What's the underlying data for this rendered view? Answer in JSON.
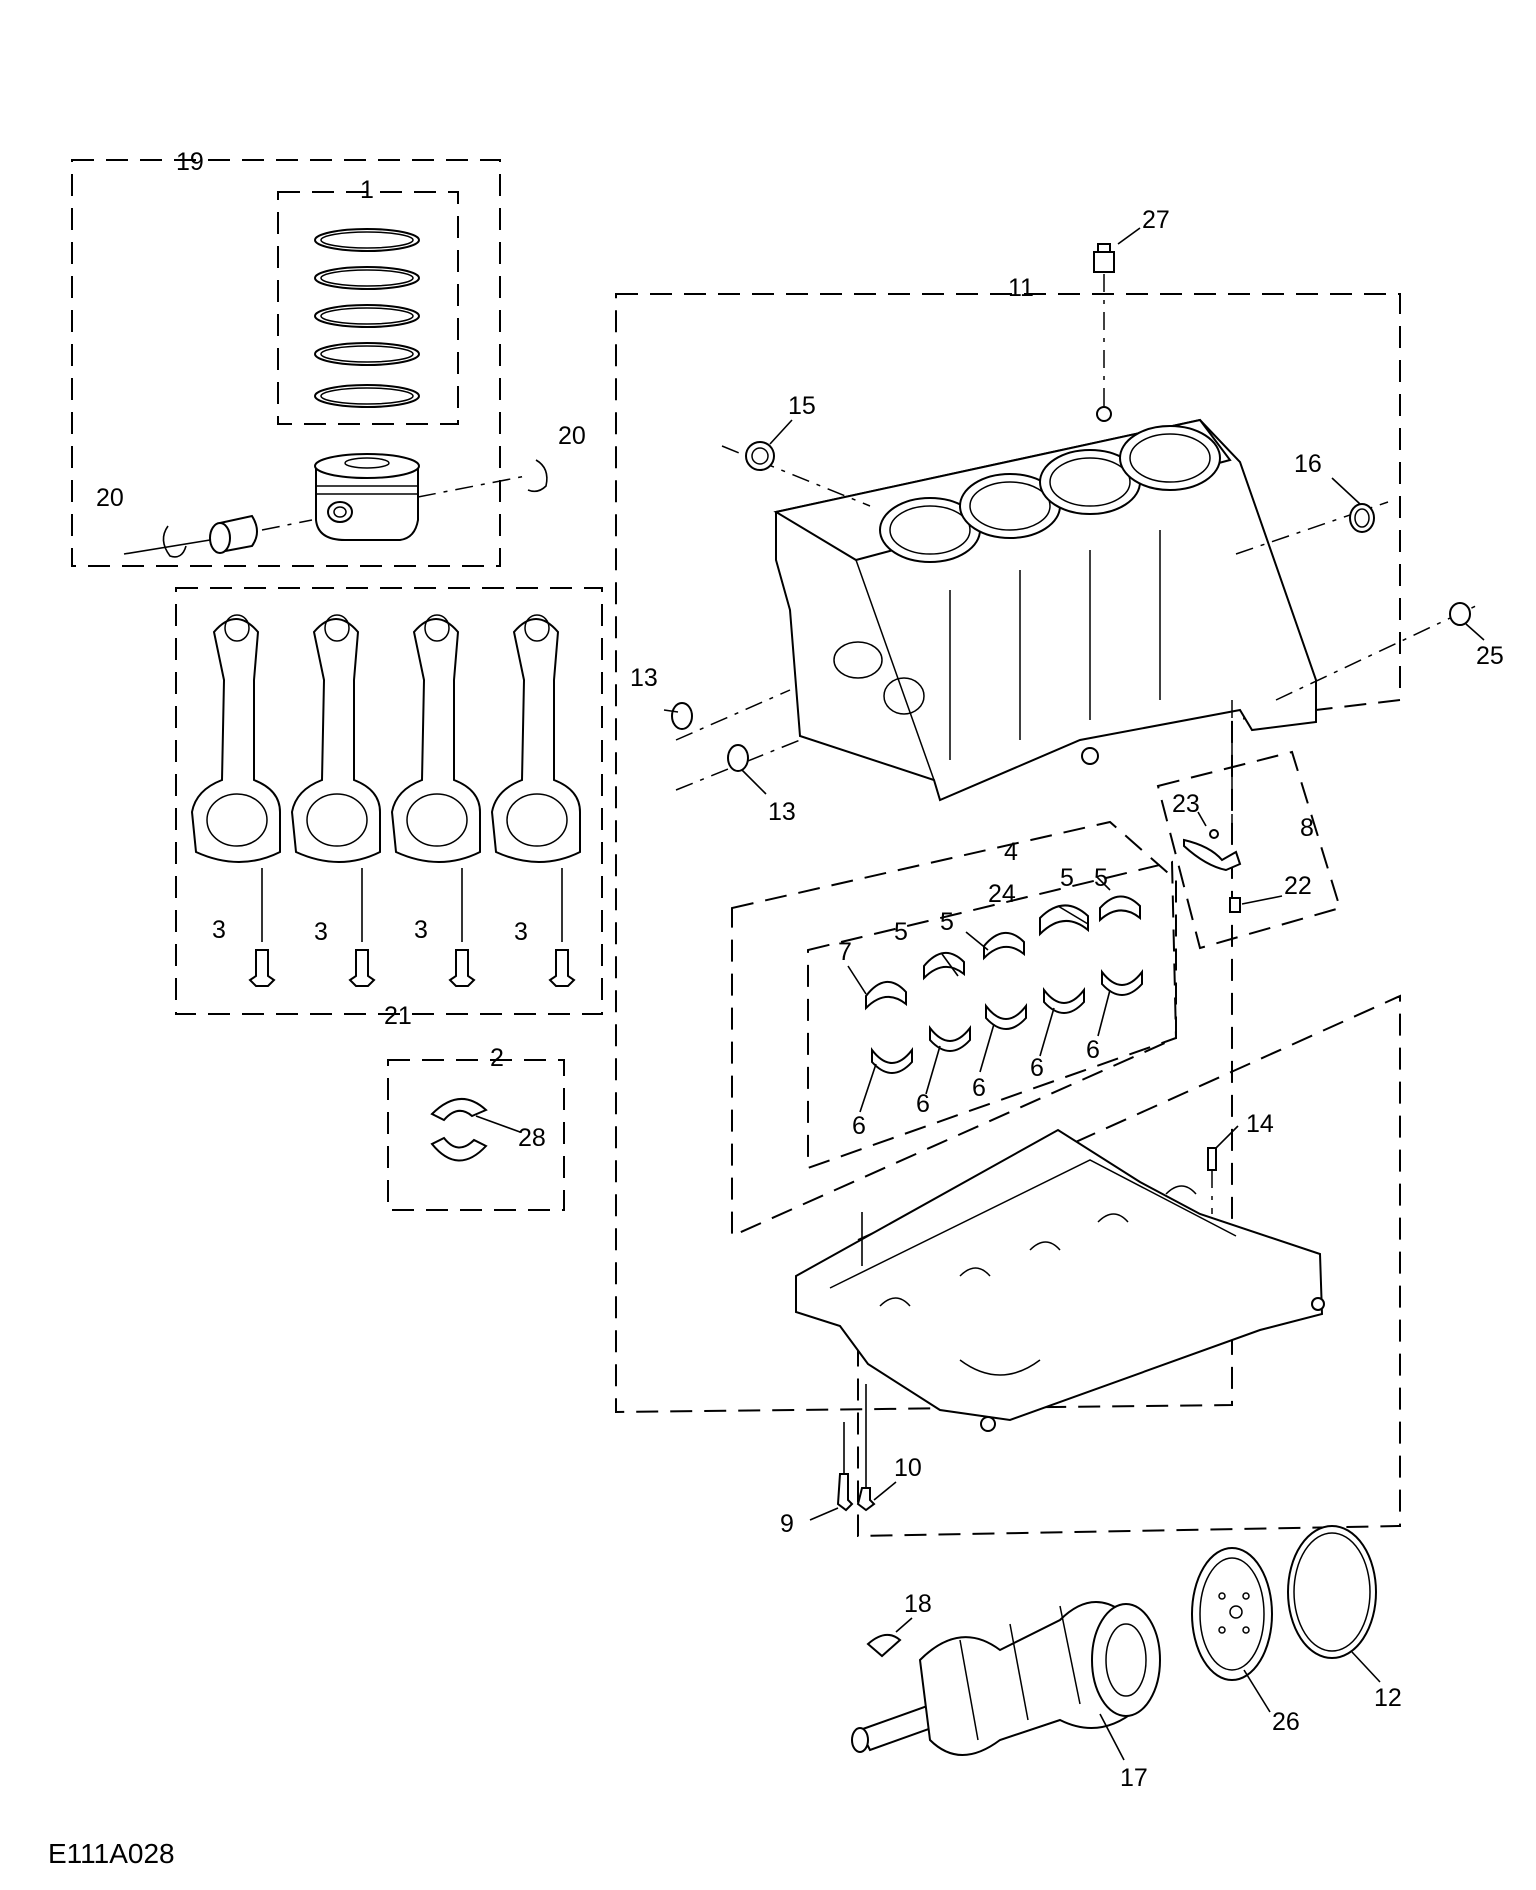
{
  "diagram": {
    "reference_code": "E111A028",
    "callouts": [
      "19",
      "1",
      "20",
      "20",
      "27",
      "11",
      "15",
      "16",
      "25",
      "13",
      "13",
      "21",
      "3",
      "3",
      "3",
      "3",
      "8",
      "23",
      "22",
      "4",
      "24",
      "5",
      "5",
      "5",
      "5",
      "7",
      "6",
      "6",
      "6",
      "6",
      "6",
      "2",
      "28",
      "14",
      "9",
      "10",
      "18",
      "17",
      "26",
      "12"
    ]
  }
}
